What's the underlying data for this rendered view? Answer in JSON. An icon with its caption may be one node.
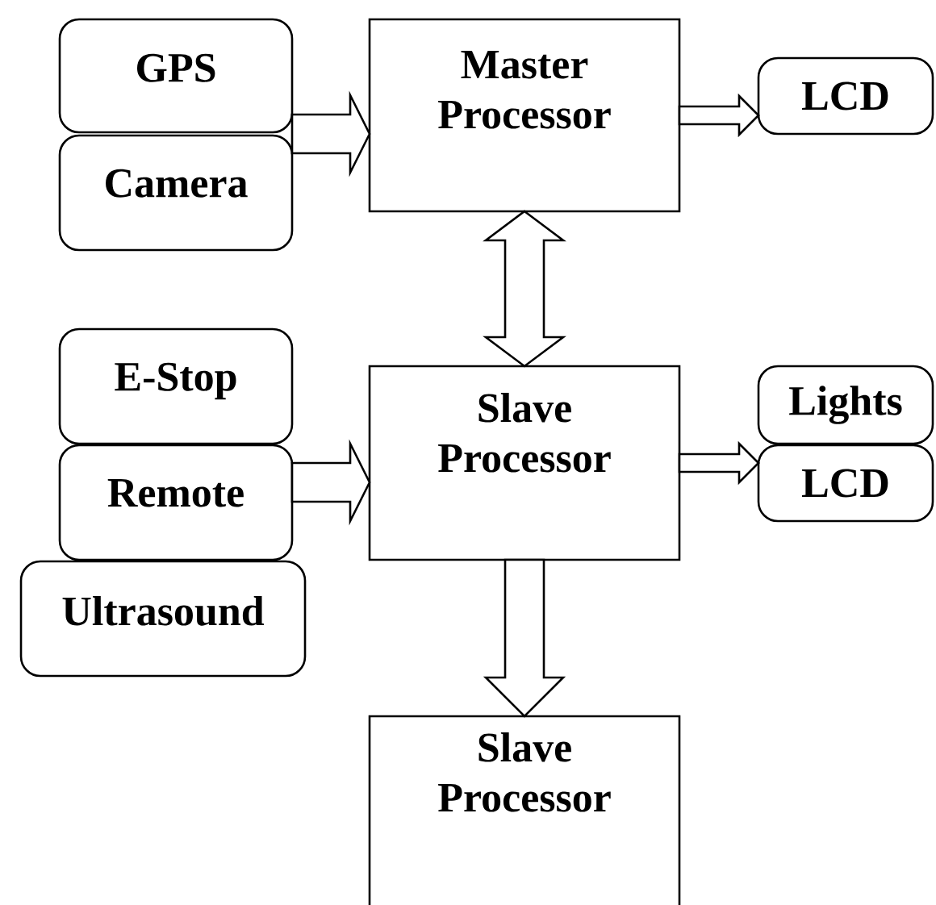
{
  "diagram": {
    "nodes": [
      {
        "text": [
          "GPS"
        ]
      },
      {
        "text": [
          "Camera"
        ]
      },
      {
        "text": [
          "Master Processor"
        ]
      },
      {
        "text": [
          "LCD"
        ]
      },
      {
        "text": [
          "E-Stop"
        ]
      },
      {
        "text": [
          "Remote"
        ]
      },
      {
        "text": [
          "Ultrasound"
        ]
      },
      {
        "text": [
          "Slave Processor"
        ]
      },
      {
        "text": [
          "Lights"
        ]
      },
      {
        "text": [
          "LCD"
        ]
      },
      {
        "text": [
          "Slave Processor"
        ]
      }
    ],
    "edges": [
      {
        "from": 0,
        "to": 2,
        "arrow": "to"
      },
      {
        "from": 1,
        "to": 2,
        "arrow": "to"
      },
      {
        "from": 2,
        "to": 3,
        "arrow": "to"
      },
      {
        "from": 2,
        "to": 7,
        "arrow": "both"
      },
      {
        "from": 5,
        "to": 7,
        "arrow": "to"
      },
      {
        "from": 7,
        "to": 8,
        "arrow": "to"
      },
      {
        "from": 7,
        "to": 9,
        "arrow": "to"
      },
      {
        "from": 7,
        "to": 10,
        "arrow": "to"
      }
    ]
  }
}
